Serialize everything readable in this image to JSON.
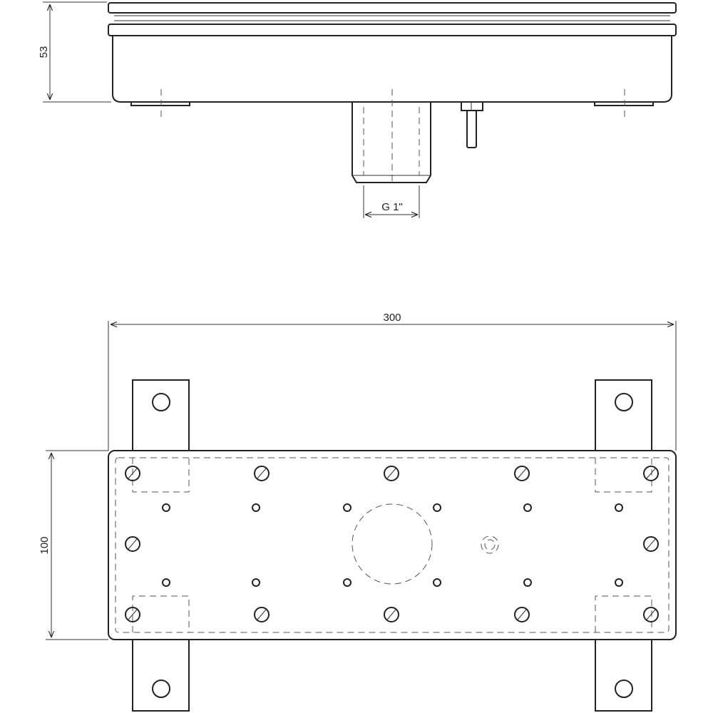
{
  "dimensions": {
    "height_side": "53",
    "thread": "G 1\"",
    "width": "300",
    "depth": "100"
  }
}
